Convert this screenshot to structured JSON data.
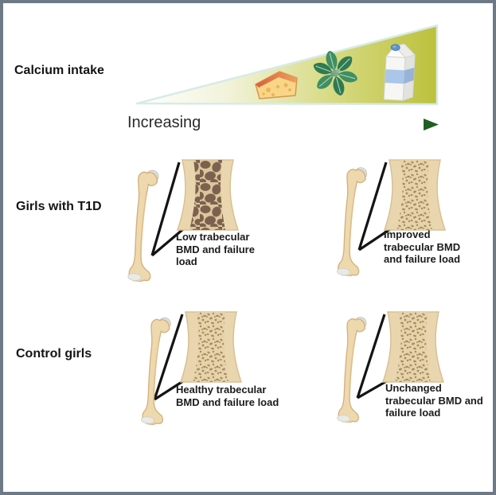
{
  "figure": {
    "type": "scientific-diagram",
    "topic": "Calcium intake and trabecular bone outcomes"
  },
  "header": {
    "label": "Calcium intake",
    "increasing_label": "Increasing",
    "wedge_colors": {
      "start": "#ffffff",
      "end": "#bcc13c",
      "outline": "#d7ebe7"
    },
    "arrow_color": "#215e21",
    "icons": [
      {
        "name": "cheese-icon"
      },
      {
        "name": "leafy-greens-icon"
      },
      {
        "name": "milk-carton-icon"
      }
    ]
  },
  "rows": [
    {
      "label": "Girls with T1D"
    },
    {
      "label": "Control girls"
    }
  ],
  "panels": {
    "t1d_low": {
      "caption": "Low trabecular BMD and failure load",
      "line1": "Low trabecular",
      "line2": "BMD and failure",
      "line3": "load",
      "bmd_pattern": "coarse"
    },
    "t1d_improved": {
      "caption": "Improved trabecular BMD and failure load",
      "line1": "Improved",
      "line2": "trabecular BMD",
      "line3": "and failure load",
      "bmd_pattern": "fine"
    },
    "control_healthy": {
      "caption": "Healthy trabecular BMD and failure load",
      "line1": "Healthy trabecular",
      "line2": "BMD and failure load",
      "line3": "",
      "bmd_pattern": "fine"
    },
    "control_unchanged": {
      "caption": "Unchanged trabecular BMD and failure load",
      "line1": "Unchanged",
      "line2": "trabecular BMD and",
      "line3": "failure load",
      "bmd_pattern": "fine"
    }
  },
  "colors": {
    "frame_border": "#6d7987",
    "bone_fill": "#eed9ae",
    "bone_outline": "#d2b07e",
    "bone_head": "#dcdcda",
    "inset_bg": "#e9d6ae",
    "trabecular_dark": "#7d6150",
    "trabecular_light": "#a48b69",
    "text": "#1b1b1b"
  }
}
